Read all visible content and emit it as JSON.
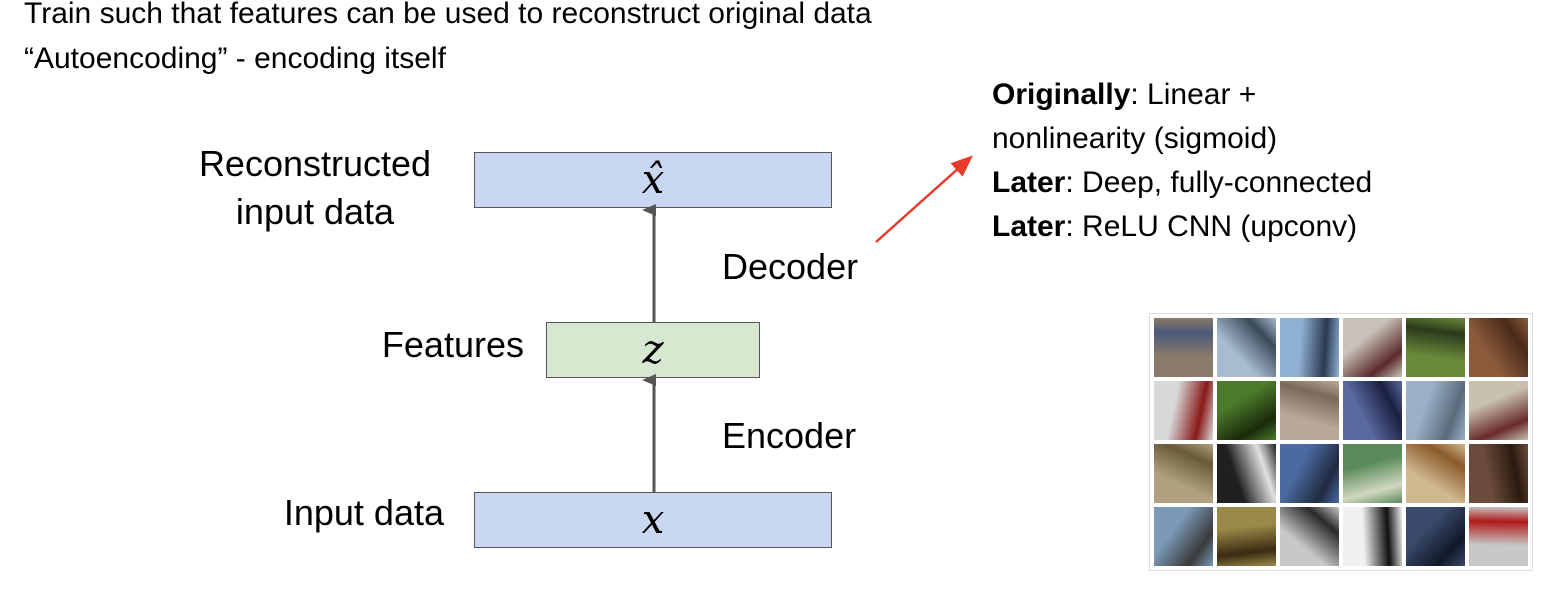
{
  "header": {
    "line1": "Train such that features can be used to reconstruct original data",
    "line2": "“Autoencoding” - encoding itself"
  },
  "diagram": {
    "reconstructed_label_line1": "Reconstructed",
    "reconstructed_label_line2": "input data",
    "reconstructed_symbol": "x̂",
    "features_label": "Features",
    "features_symbol": "z",
    "input_label": "Input data",
    "input_symbol": "x",
    "decoder_label": "Decoder",
    "encoder_label": "Encoder"
  },
  "note": {
    "line1_bold": "Originally",
    "line1_rest": ": Linear +",
    "line2": "nonlinearity (sigmoid)",
    "line3_bold": "Later",
    "line3_rest": ": Deep, fully-connected",
    "line4_bold": "Later",
    "line4_rest": ": ReLU CNN (upconv)"
  },
  "colors": {
    "box_blue": "#c9d7f2",
    "box_green": "#d6e8cf",
    "arrow_gray": "#555555",
    "pointer_red": "#e8392b"
  },
  "image_grid": {
    "rows": 4,
    "cols": 6,
    "tiles": [
      {
        "name": "cat-tile",
        "c1": "#8a7a6a",
        "c2": "#4a5a7a"
      },
      {
        "name": "ship-tile",
        "c1": "#a8bcd0",
        "c2": "#3a4a5a"
      },
      {
        "name": "boat-tile",
        "c1": "#8fb0d2",
        "c2": "#2a3a50"
      },
      {
        "name": "airplane-poster-tile",
        "c1": "#c8c2b8",
        "c2": "#5a2a2a"
      },
      {
        "name": "frog-tile",
        "c1": "#6a8a3a",
        "c2": "#2a3a1a"
      },
      {
        "name": "frog-tile-2",
        "c1": "#8a5a3a",
        "c2": "#4a2a1a"
      },
      {
        "name": "car-tile",
        "c1": "#d8d8d8",
        "c2": "#8a1a1a"
      },
      {
        "name": "frog-tile-3",
        "c1": "#4a7a2a",
        "c2": "#1a2a0a"
      },
      {
        "name": "cat-tile-2",
        "c1": "#b8a898",
        "c2": "#7a6a5a"
      },
      {
        "name": "truck-tile",
        "c1": "#5a6aa0",
        "c2": "#1a2040"
      },
      {
        "name": "jet-tile",
        "c1": "#9ab0c8",
        "c2": "#5a6a7a"
      },
      {
        "name": "truck-tile-2",
        "c1": "#c8c0b0",
        "c2": "#6a2a2a"
      },
      {
        "name": "dog-tile",
        "c1": "#b0a080",
        "c2": "#6a5a3a"
      },
      {
        "name": "horse-tile",
        "c1": "#202020",
        "c2": "#e0e0e0"
      },
      {
        "name": "truck-tile-3",
        "c1": "#4a6aa0",
        "c2": "#202a40"
      },
      {
        "name": "bird-tile",
        "c1": "#5a8a5a",
        "c2": "#d0d8c0"
      },
      {
        "name": "dog-tile-2",
        "c1": "#d0b890",
        "c2": "#8a5a2a"
      },
      {
        "name": "horse-tile-2",
        "c1": "#6a4a3a",
        "c2": "#2a1a10"
      },
      {
        "name": "ship-tile-2",
        "c1": "#7a9ab8",
        "c2": "#3a3a3a"
      },
      {
        "name": "frog-tile-4",
        "c1": "#9a8a4a",
        "c2": "#3a2a10"
      },
      {
        "name": "horse-tile-3",
        "c1": "#c8c8c8",
        "c2": "#2a2a2a"
      },
      {
        "name": "plane-tile",
        "c1": "#f0f0f0",
        "c2": "#101010"
      },
      {
        "name": "deer-tile",
        "c1": "#3a4a6a",
        "c2": "#10182a"
      },
      {
        "name": "firetruck-tile",
        "c1": "#c8c8c8",
        "c2": "#b01a1a"
      }
    ]
  }
}
